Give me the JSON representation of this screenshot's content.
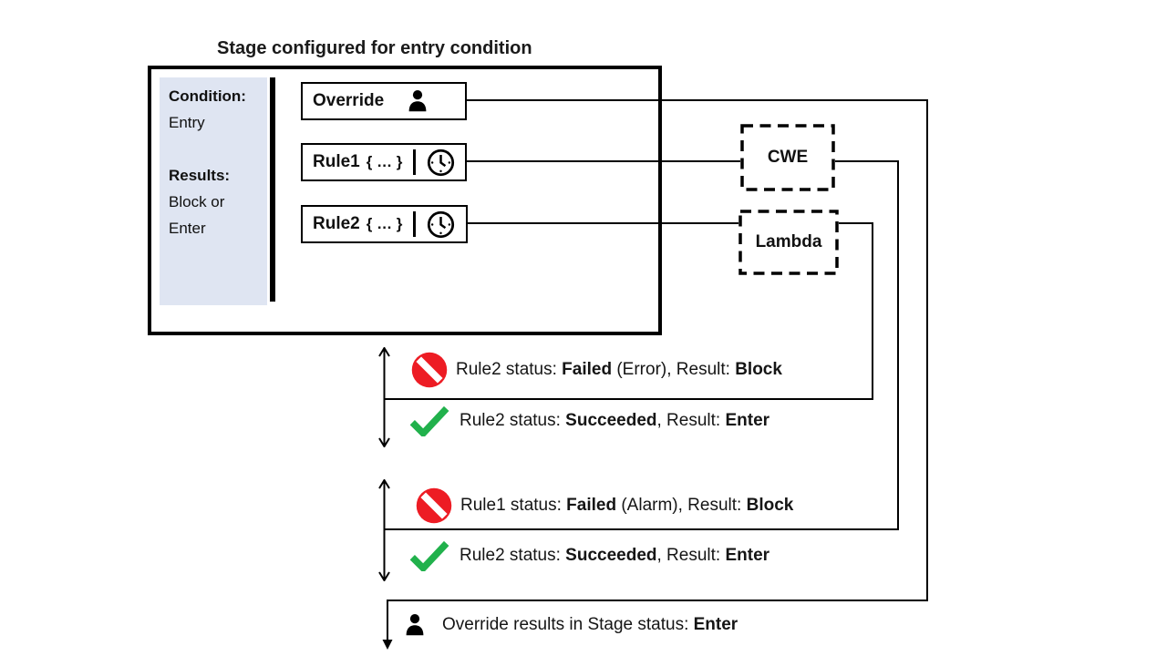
{
  "title": "Stage configured for entry condition",
  "colors": {
    "panel_bg": "#dfe5f2",
    "no_entry_red": "#ed1c24",
    "check_green": "#21b14c",
    "line_black": "#000000"
  },
  "stage_panel": {
    "condition_label": "Condition:",
    "condition_value": "Entry",
    "results_label": "Results:",
    "results_line1": "Block or",
    "results_line2": "Enter"
  },
  "nodes": {
    "override": {
      "label": "Override",
      "icon": "person-icon"
    },
    "rule1": {
      "label": "Rule1",
      "args": "{ … }",
      "icon": "clock-icon"
    },
    "rule2": {
      "label": "Rule2",
      "args": "{ … }",
      "icon": "clock-icon"
    },
    "cwe": {
      "label": "CWE"
    },
    "lambda": {
      "label": "Lambda"
    }
  },
  "outcome_groups": [
    {
      "rows": [
        {
          "icon": "no-entry-icon",
          "pre": "Rule2 status: ",
          "status": "Failed",
          "mid": " (Error), Result: ",
          "result": "Block"
        },
        {
          "icon": "check-icon",
          "pre": "Rule2 status: ",
          "status": "Succeeded",
          "mid": ", Result: ",
          "result": "Enter"
        }
      ]
    },
    {
      "rows": [
        {
          "icon": "no-entry-icon",
          "pre": "Rule1 status: ",
          "status": "Failed",
          "mid": " (Alarm), Result: ",
          "result": "Block"
        },
        {
          "icon": "check-icon",
          "pre": "Rule2 status: ",
          "status": "Succeeded",
          "mid": ", Result: ",
          "result": "Enter"
        }
      ]
    }
  ],
  "footer": {
    "icon": "person-icon",
    "pre": "Override results in Stage status: ",
    "result": "Enter"
  }
}
